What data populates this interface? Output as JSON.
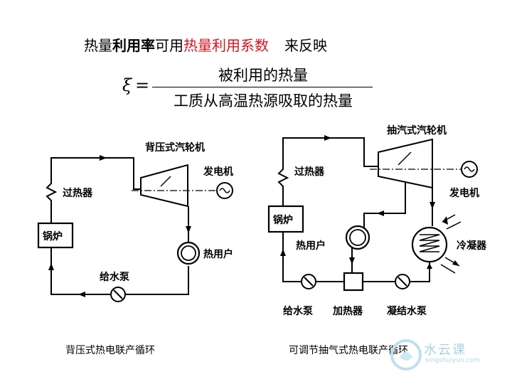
{
  "headline": {
    "part1": "热量",
    "part2": "利用率",
    "part3": "可用",
    "part4": "热量利用系数",
    "part5": "来反映"
  },
  "formula": {
    "symbol": "ξ",
    "equals": "=",
    "numerator": "被利用的热量",
    "denominator": "工质从高温热源吸取的热量"
  },
  "left_diagram": {
    "turbine_label": "背压式汽轮机",
    "generator_label": "发电机",
    "superheater_label": "过热器",
    "boiler_label": "锅炉",
    "heat_user_label": "热用户",
    "feed_pump_label": "给水泵",
    "caption": "背压式热电联产循环"
  },
  "right_diagram": {
    "turbine_label": "抽汽式汽轮机",
    "superheater_label": "过热器",
    "generator_label": "发电机",
    "boiler_label": "锅炉",
    "heat_user_label": "热用户",
    "condenser_label": "冷凝器",
    "feed_pump_label": "给水泵",
    "heater_label": "加热器",
    "condensate_pump_label": "凝结水泵",
    "caption": "可调节抽气式热电联产循环"
  },
  "watermark": {
    "text": "水云课",
    "url": "xingshuiyun.com"
  }
}
